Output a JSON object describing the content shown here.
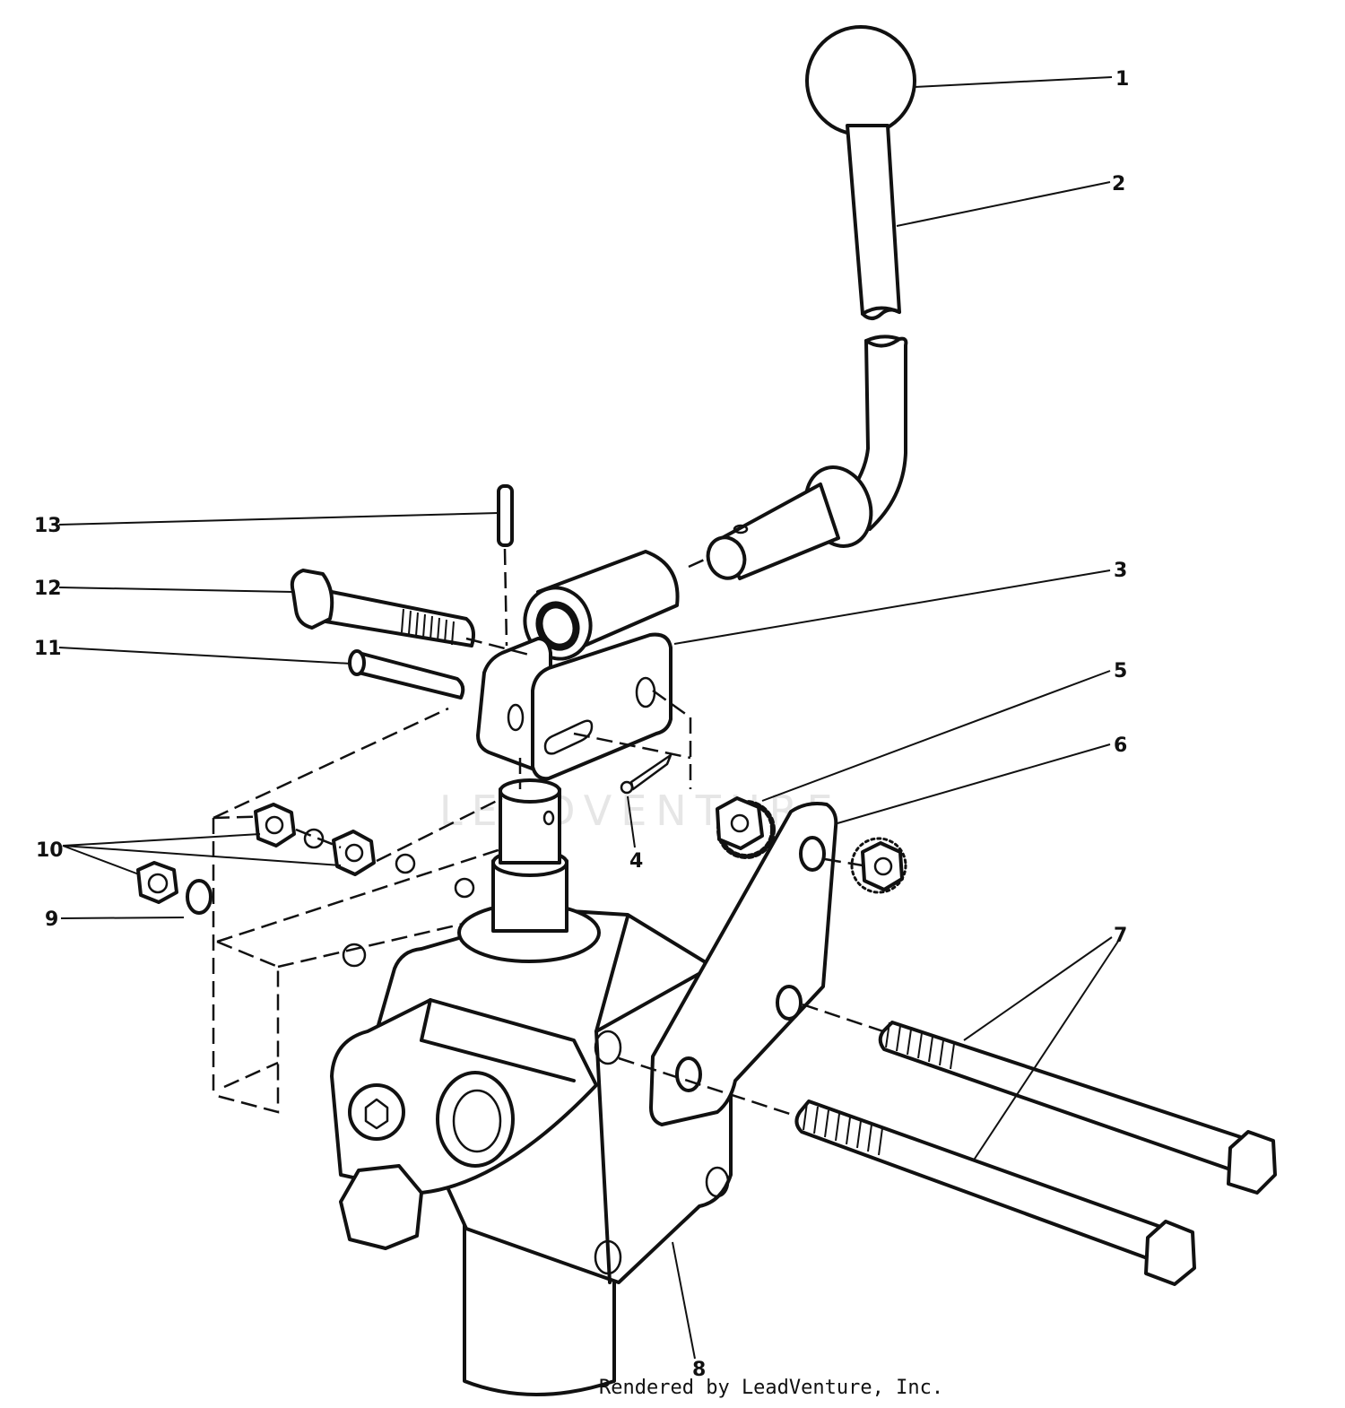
{
  "diagram": {
    "callouts": [
      "1",
      "2",
      "3",
      "4",
      "5",
      "6",
      "7",
      "8",
      "9",
      "10",
      "11",
      "12",
      "13"
    ],
    "watermark_text": "LEADVENTURE",
    "credit": "Rendered by LeadVenture, Inc."
  }
}
